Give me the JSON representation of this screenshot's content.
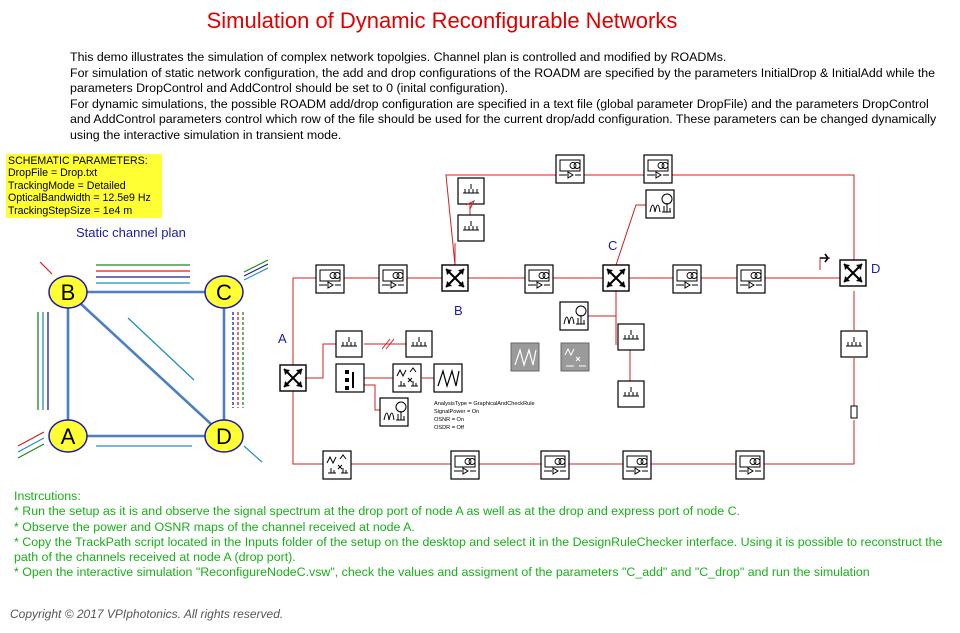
{
  "title": "Simulation of Dynamic Reconfigurable Networks",
  "intro": [
    "This demo illustrates the simulation of complex network topolgies. Channel plan is controlled and modified by ROADMs.",
    "For simulation of static network configuration, the add and drop configurations of the ROADM are specified by the parameters InitialDrop & InitialAdd while the parameters DropControl and AddControl should be set to 0 (inital configuration).",
    "For dynamic simulations, the possible ROADM add/drop configuration are specified in a text file (global parameter DropFile) and the parameters DropControl and AddControl parameters control which row of the file  should be used for the current drop/add configuration.  These parameters can be changed dynamically using the interactive simulation in transient mode."
  ],
  "schematic_params": {
    "heading": "SCHEMATIC PARAMETERS:",
    "lines": [
      "DropFile = Drop.txt",
      "TrackingMode = Detailed",
      "OpticalBandwidth = 12.5e9 Hz",
      "TrackingStepSize = 1e4 m"
    ]
  },
  "static_plan": {
    "title": "Static channel plan",
    "nodes": [
      "A",
      "B",
      "C",
      "D"
    ]
  },
  "schematic": {
    "node_labels": [
      "A",
      "B",
      "C",
      "D"
    ],
    "analysis_text": [
      "AnalysisType = GraphicalAndCheckRule",
      "SignalPower = On",
      "OSNR = On",
      "OSDR = Off"
    ]
  },
  "instructions": {
    "heading": "Instrcutions:",
    "items": [
      "* Run the setup as it is and observe the signal spectrum at the drop port of node A as well as at the drop and express port of node C.",
      "* Observe the power and OSNR maps of the channel received at node A.",
      "* Copy the TrackPath script located in the Inputs folder of the setup on the desktop and select it in the DesignRuleChecker interface. Using it is possible to reconstruct the path of the channels received at node A (drop port).",
      "* Open the interactive simulation \"ReconfigureNodeC.vsw\", check the values and assigment of the parameters \"C_add\" and \"C_drop\" and run the simulation"
    ]
  },
  "copyright": "Copyright © 2017 VPIphotonics. All rights reserved.",
  "colors": {
    "title": "#e00000",
    "instructions": "#18b018",
    "params_bg": "#ffff33",
    "node_fill": "#ffff33",
    "link": "#4a7fc0",
    "label_blue": "#1a1ab0"
  }
}
